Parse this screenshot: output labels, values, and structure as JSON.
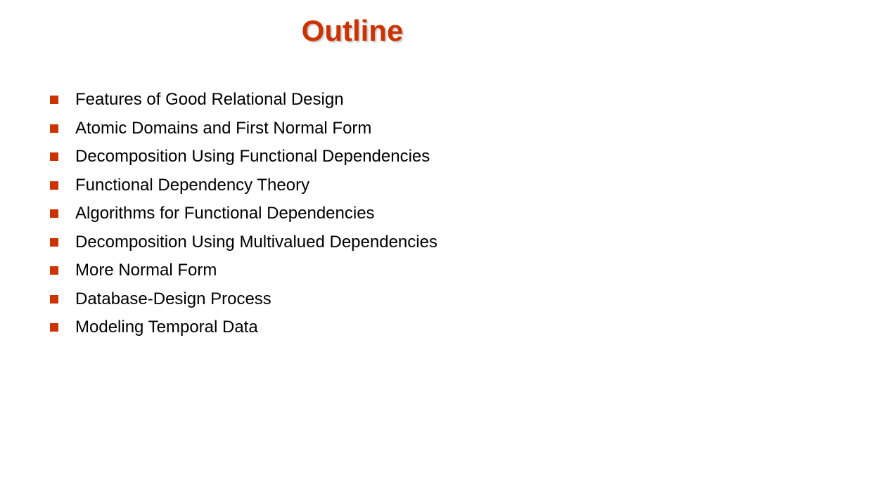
{
  "title": "Outline",
  "accent_color": "#cc3300",
  "bullets": [
    {
      "label": "Features of Good Relational Design"
    },
    {
      "label": "Atomic Domains and First Normal Form"
    },
    {
      "label": "Decomposition Using Functional Dependencies"
    },
    {
      "label": "Functional Dependency Theory"
    },
    {
      "label": "Algorithms for Functional Dependencies"
    },
    {
      "label": "Decomposition Using Multivalued Dependencies"
    },
    {
      "label": "More Normal Form"
    },
    {
      "label": "Database-Design Process"
    },
    {
      "label": "Modeling Temporal Data"
    }
  ]
}
